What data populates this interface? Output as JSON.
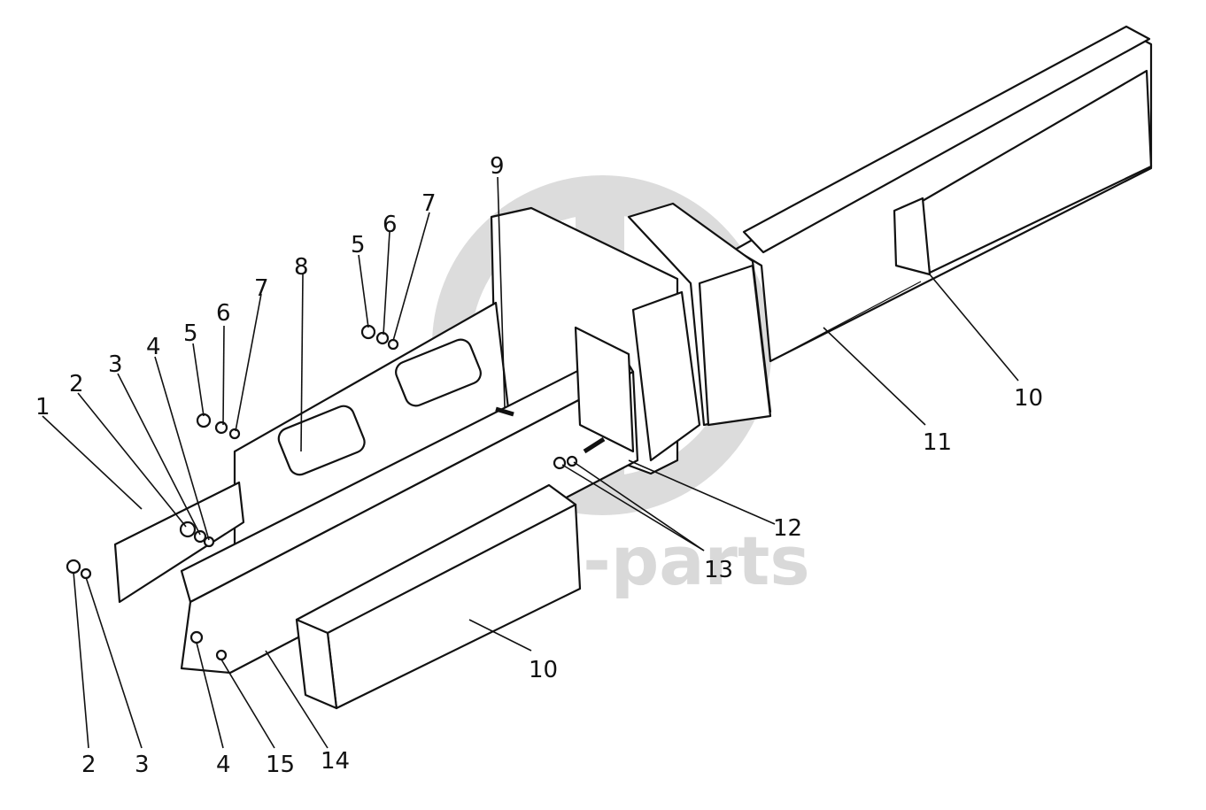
{
  "watermark": {
    "text": "data-parts",
    "color": "#d9d9d9"
  },
  "callouts": [
    {
      "id": "c1",
      "label": "1"
    },
    {
      "id": "c2a",
      "label": "2"
    },
    {
      "id": "c3a",
      "label": "3"
    },
    {
      "id": "c4a",
      "label": "4"
    },
    {
      "id": "c5a",
      "label": "5"
    },
    {
      "id": "c6a",
      "label": "6"
    },
    {
      "id": "c7a",
      "label": "7"
    },
    {
      "id": "c8",
      "label": "8"
    },
    {
      "id": "c5b",
      "label": "5"
    },
    {
      "id": "c6b",
      "label": "6"
    },
    {
      "id": "c7b",
      "label": "7"
    },
    {
      "id": "c9",
      "label": "9"
    },
    {
      "id": "c10a",
      "label": "10"
    },
    {
      "id": "c11",
      "label": "11"
    },
    {
      "id": "c12",
      "label": "12"
    },
    {
      "id": "c13",
      "label": "13"
    },
    {
      "id": "c10b",
      "label": "10"
    },
    {
      "id": "c2b",
      "label": "2"
    },
    {
      "id": "c3b",
      "label": "3"
    },
    {
      "id": "c4b",
      "label": "4"
    },
    {
      "id": "c15",
      "label": "15"
    },
    {
      "id": "c14",
      "label": "14"
    }
  ]
}
